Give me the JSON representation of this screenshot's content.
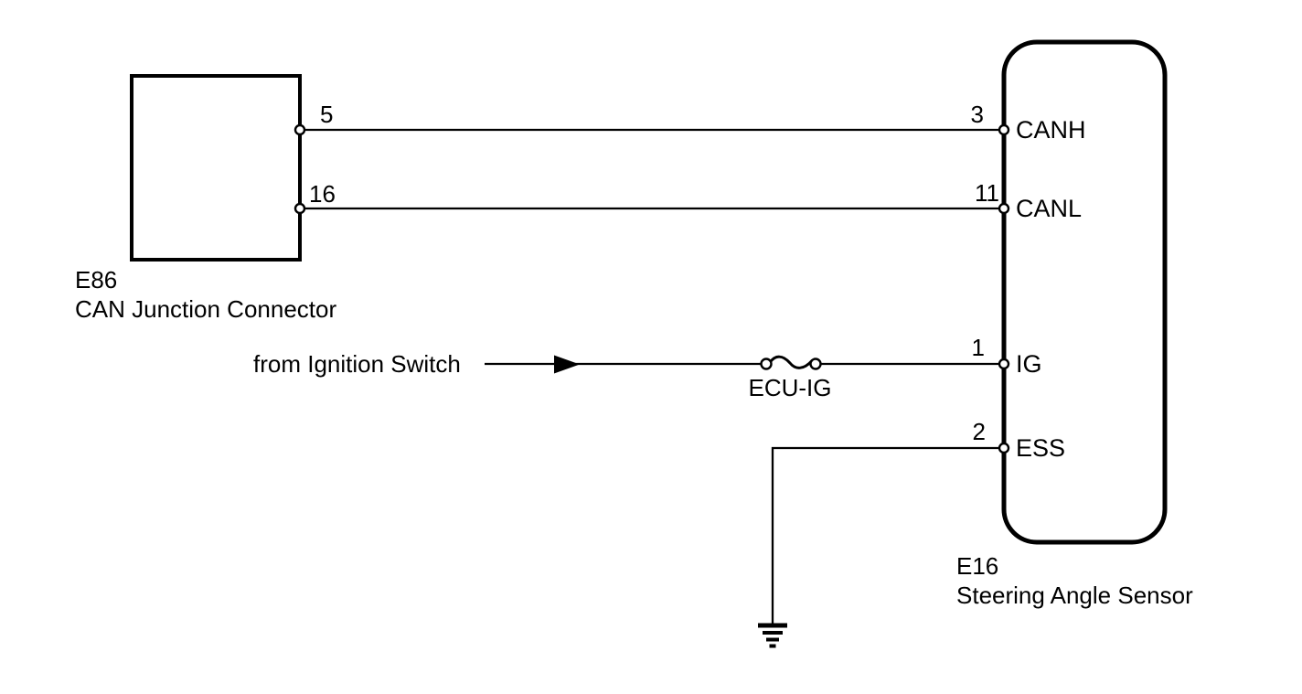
{
  "junction_connector": {
    "code": "E86",
    "name": "CAN Junction Connector",
    "pins": {
      "canh_out": "5",
      "canl_out": "16"
    }
  },
  "sensor": {
    "code": "E16",
    "name": "Steering Angle Sensor",
    "pins": {
      "canh": {
        "number": "3",
        "label": "CANH"
      },
      "canl": {
        "number": "11",
        "label": "CANL"
      },
      "ig": {
        "number": "1",
        "label": "IG"
      },
      "ess": {
        "number": "2",
        "label": "ESS"
      }
    }
  },
  "power": {
    "source_label": "from Ignition Switch",
    "fuse_label": "ECU-IG"
  },
  "connections": [
    {
      "from_component": "E86",
      "from_pin": "5",
      "to_component": "E16",
      "to_pin": "3",
      "signal": "CANH"
    },
    {
      "from_component": "E86",
      "from_pin": "16",
      "to_component": "E16",
      "to_pin": "11",
      "signal": "CANL"
    },
    {
      "from_component": "Ignition Switch",
      "via_fuse": "ECU-IG",
      "to_component": "E16",
      "to_pin": "1",
      "signal": "IG"
    },
    {
      "from_component": "E16",
      "from_pin": "2",
      "signal": "ESS",
      "to": "ground"
    }
  ],
  "symbols": {
    "fuse": "fuse",
    "arrow": "current-flow-arrow",
    "ground": "chassis-ground"
  },
  "colors": {
    "line": "#000000",
    "text": "#000000",
    "background": "#ffffff"
  }
}
